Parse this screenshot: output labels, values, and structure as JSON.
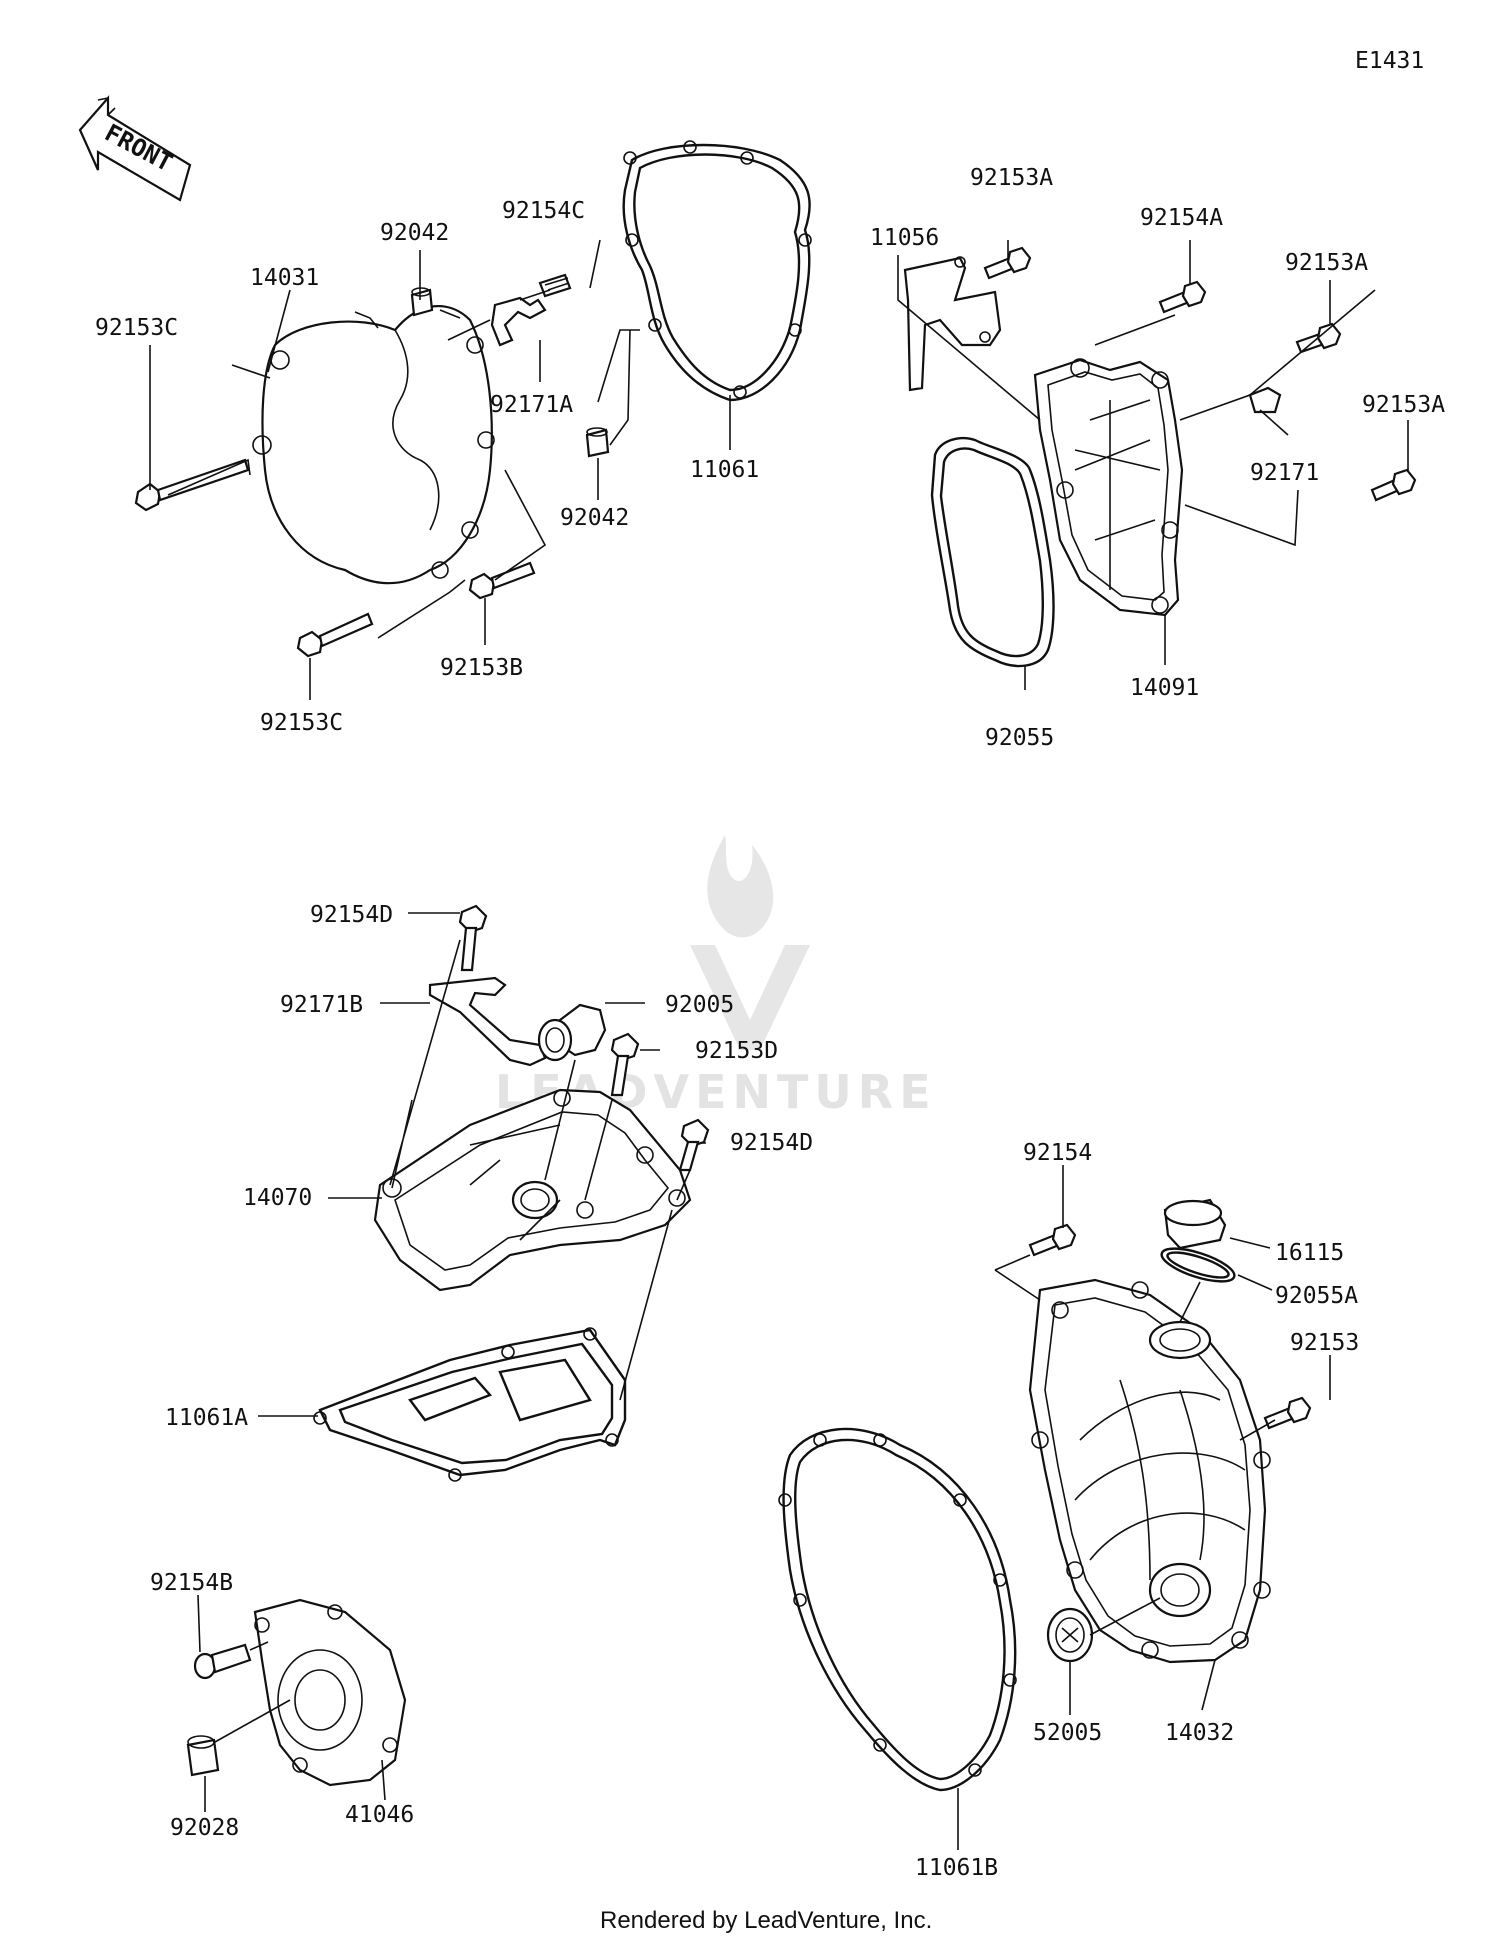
{
  "diagram_code": "E1431",
  "front_label": "FRONT",
  "labels": {
    "p14031": "14031",
    "p92042a": "92042",
    "p92154C": "92154C",
    "p92171A": "92171A",
    "p92042b": "92042",
    "p11061": "11061",
    "p92153C_a": "92153C",
    "p92153C_b": "92153C",
    "p92153B": "92153B",
    "p11056": "11056",
    "p92153A_a": "92153A",
    "p92154A": "92154A",
    "p92153A_b": "92153A",
    "p92153A_c": "92153A",
    "p92171": "92171",
    "p14091": "14091",
    "p92055": "92055",
    "p92154D_a": "92154D",
    "p92171B": "92171B",
    "p92005": "92005",
    "p92153D": "92153D",
    "p92154D_b": "92154D",
    "p14070": "14070",
    "p11061A": "11061A",
    "p92154B": "92154B",
    "p92028": "92028",
    "p41046": "41046",
    "p92154": "92154",
    "p16115": "16115",
    "p92055A": "92055A",
    "p92153": "92153",
    "p14032": "14032",
    "p52005": "52005",
    "p11061B": "11061B"
  },
  "watermark": "LEADVENTURE",
  "footer": "Rendered by LeadVenture, Inc."
}
